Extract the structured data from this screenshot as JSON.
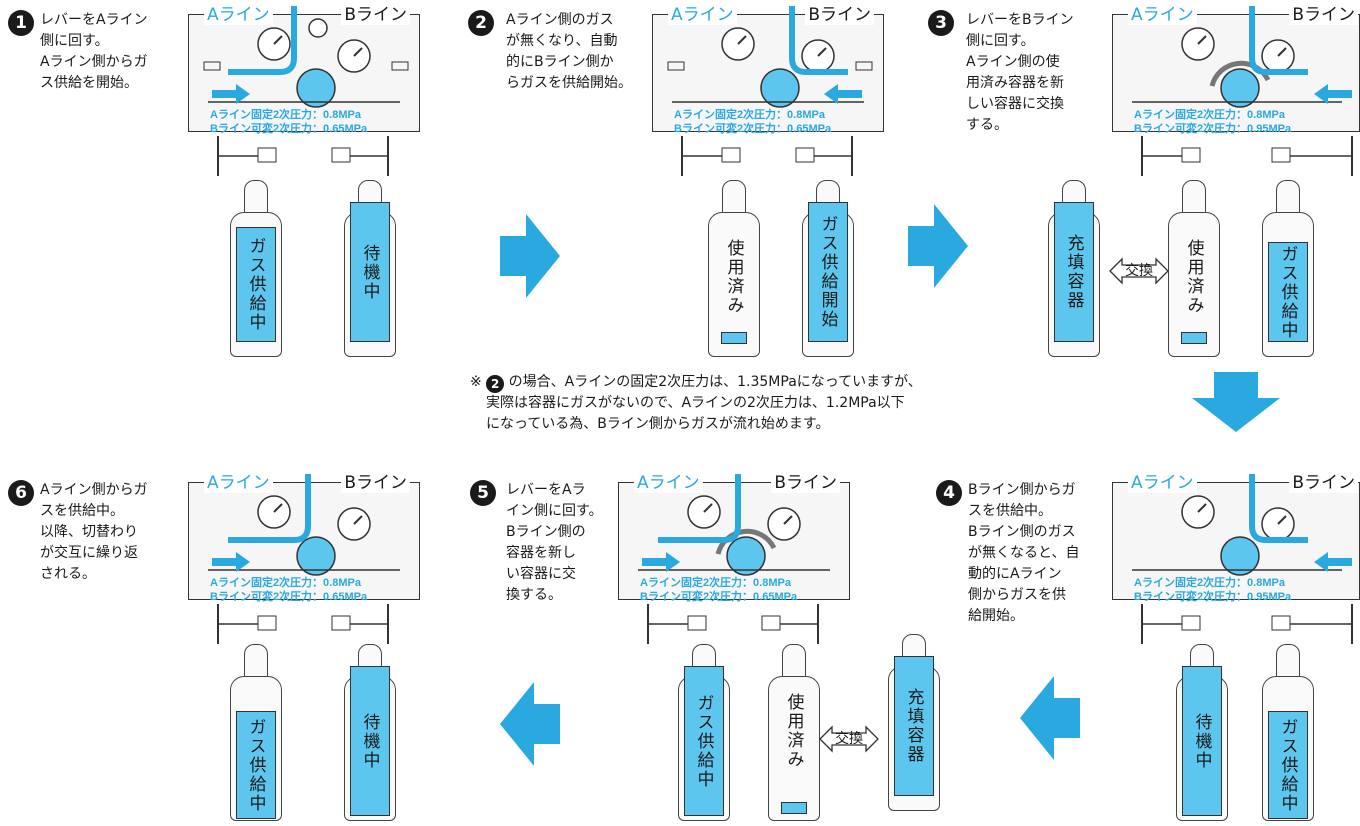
{
  "labels": {
    "a_line": "Aライン",
    "b_line": "Bライン",
    "swap": "交換"
  },
  "colors": {
    "accent": "#2aa9e0",
    "cylinder_fill": "#5cc6ef",
    "arrow": "#2aa9e0"
  },
  "steps": [
    {
      "num": "1",
      "lines": [
        "レバーをAライン",
        "側に回す。",
        "Aライン側からガ",
        "ス供給を開始。"
      ],
      "pressure": [
        "Aライン固定2次圧力：0.8MPa",
        "Bライン可変2次圧力：0.65MPa"
      ],
      "cyl_left": "ガス供給中",
      "cyl_right": "待機中"
    },
    {
      "num": "2",
      "lines": [
        "Aライン側のガス",
        "が無くなり、自動",
        "的にBライン側か",
        "らガスを供給開始。"
      ],
      "pressure": [
        "Aライン固定2次圧力：0.8MPa",
        "Bライン可変2次圧力：0.65MPa"
      ],
      "cyl_left": "使用済み",
      "cyl_right": "ガス供給開始"
    },
    {
      "num": "3",
      "lines": [
        "レバーをBライン",
        "側に回す。",
        "Aライン側の使",
        "用済み容器を新",
        "しい容器に交換",
        "する。"
      ],
      "pressure": [
        "Aライン固定2次圧力：0.8MPa",
        "Bライン可変2次圧力：0.95MPa"
      ],
      "cyl_new": "充填容器",
      "cyl_left": "使用済み",
      "cyl_right": "ガス供給中"
    },
    {
      "num": "4",
      "lines": [
        "Bライン側からガ",
        "スを供給中。",
        "Bライン側のガス",
        "が無くなると、自",
        "動的にAライン",
        "側からガスを供",
        "給開始。"
      ],
      "pressure": [
        "Aライン固定2次圧力：0.8MPa",
        "Bライン可変2次圧力：0.95MPa"
      ],
      "cyl_left": "待機中",
      "cyl_right": "ガス供給中"
    },
    {
      "num": "5",
      "lines": [
        "レバーをAラ",
        "イン側に回す。",
        "Bライン側の",
        "容器を新し",
        "い容器に交",
        "換する。"
      ],
      "pressure": [
        "Aライン固定2次圧力：0.8MPa",
        "Bライン可変2次圧力：0.65MPa"
      ],
      "cyl_left": "ガス供給中",
      "cyl_right": "使用済み",
      "cyl_new": "充填容器"
    },
    {
      "num": "6",
      "lines": [
        "Aライン側からガ",
        "スを供給中。",
        "以降、切替わり",
        "が交互に繰り返",
        "される。"
      ],
      "pressure": [
        "Aライン固定2次圧力：0.8MPa",
        "Bライン可変2次圧力：0.65MPa"
      ],
      "cyl_left": "ガス供給中",
      "cyl_right": "待機中"
    }
  ],
  "note": {
    "mark": "※",
    "ref": "2",
    "lines": [
      "の場合、Aラインの固定2次圧力は、1.35MPaになっていますが、",
      "実際は容器にガスがないので、Aラインの2次圧力は、1.2MPa以下",
      "になっている為、Bライン側からガスが流れ始めます。"
    ]
  }
}
